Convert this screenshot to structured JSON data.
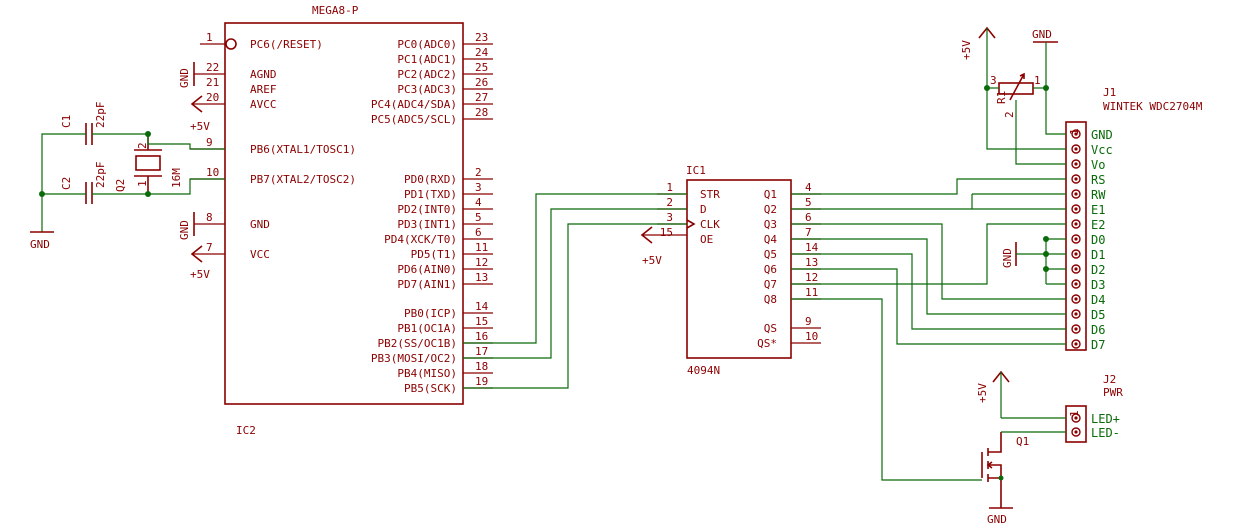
{
  "colors": {
    "wire": "#0a6b0a",
    "component": "#8b0000",
    "background": "#ffffff"
  },
  "ic2": {
    "name": "MEGA8-P",
    "ref": "IC2",
    "left_pins": [
      {
        "num": "1",
        "name": "PC6(/RESET)"
      },
      {
        "num": "22",
        "name": "AGND"
      },
      {
        "num": "21",
        "name": "AREF"
      },
      {
        "num": "20",
        "name": "AVCC"
      },
      {
        "num": "9",
        "name": "PB6(XTAL1/TOSC1)"
      },
      {
        "num": "10",
        "name": "PB7(XTAL2/TOSC2)"
      },
      {
        "num": "8",
        "name": "GND"
      },
      {
        "num": "7",
        "name": "VCC"
      }
    ],
    "right_pins": [
      {
        "num": "23",
        "name": "PC0(ADC0)"
      },
      {
        "num": "24",
        "name": "PC1(ADC1)"
      },
      {
        "num": "25",
        "name": "PC2(ADC2)"
      },
      {
        "num": "26",
        "name": "PC3(ADC3)"
      },
      {
        "num": "27",
        "name": "PC4(ADC4/SDA)"
      },
      {
        "num": "28",
        "name": "PC5(ADC5/SCL)"
      },
      {
        "num": "2",
        "name": "PD0(RXD)"
      },
      {
        "num": "3",
        "name": "PD1(TXD)"
      },
      {
        "num": "4",
        "name": "PD2(INT0)"
      },
      {
        "num": "5",
        "name": "PD3(INT1)"
      },
      {
        "num": "6",
        "name": "PD4(XCK/T0)"
      },
      {
        "num": "11",
        "name": "PD5(T1)"
      },
      {
        "num": "12",
        "name": "PD6(AIN0)"
      },
      {
        "num": "13",
        "name": "PD7(AIN1)"
      },
      {
        "num": "14",
        "name": "PB0(ICP)"
      },
      {
        "num": "15",
        "name": "PB1(OC1A)"
      },
      {
        "num": "16",
        "name": "PB2(SS/OC1B)"
      },
      {
        "num": "17",
        "name": "PB3(MOSI/OC2)"
      },
      {
        "num": "18",
        "name": "PB4(MISO)"
      },
      {
        "num": "19",
        "name": "PB5(SCK)"
      }
    ]
  },
  "ic1": {
    "ref": "IC1",
    "name": "4094N",
    "left_pins": [
      {
        "num": "1",
        "name": "STR"
      },
      {
        "num": "2",
        "name": "D"
      },
      {
        "num": "3",
        "name": "CLK"
      },
      {
        "num": "15",
        "name": "OE"
      }
    ],
    "right_pins": [
      {
        "num": "4",
        "name": "Q1"
      },
      {
        "num": "5",
        "name": "Q2"
      },
      {
        "num": "6",
        "name": "Q3"
      },
      {
        "num": "7",
        "name": "Q4"
      },
      {
        "num": "14",
        "name": "Q5"
      },
      {
        "num": "13",
        "name": "Q6"
      },
      {
        "num": "12",
        "name": "Q7"
      },
      {
        "num": "11",
        "name": "Q8"
      },
      {
        "num": "9",
        "name": "QS"
      },
      {
        "num": "10",
        "name": "QS*"
      }
    ]
  },
  "j1": {
    "ref": "J1",
    "name": "WINTEK WDC2704M",
    "pin_number": "1",
    "pins": [
      "GND",
      "Vcc",
      "Vo",
      "RS",
      "RW",
      "E1",
      "E2",
      "D0",
      "D1",
      "D2",
      "D3",
      "D4",
      "D5",
      "D6",
      "D7"
    ]
  },
  "j2": {
    "ref": "J2",
    "name": "PWR",
    "pin_number": "1",
    "pins": [
      "LED+",
      "LED-"
    ]
  },
  "c1": {
    "ref": "C1",
    "value": "22pF"
  },
  "c2": {
    "ref": "C2",
    "value": "22pF"
  },
  "q2": {
    "ref": "Q2",
    "value": "16M",
    "pin1": "1",
    "pin2": "2"
  },
  "r1": {
    "ref": "R1",
    "pin1": "1",
    "pin2": "2",
    "pin3": "3"
  },
  "q1": {
    "ref": "Q1"
  },
  "supply": {
    "vcc": "+5V",
    "gnd": "GND"
  }
}
